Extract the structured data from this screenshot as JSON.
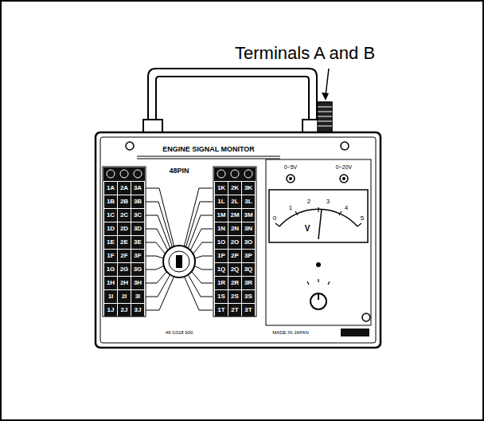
{
  "diagram": {
    "labels": [
      "Terminals A and B",
      "ENGINE SIGNAL MONITOR",
      "48PIN",
      "0~5V",
      "0~20V",
      "0",
      "1",
      "2",
      "3",
      "4",
      "5",
      "V",
      "1A",
      "2A",
      "3A",
      "1B",
      "2B",
      "3B",
      "1C",
      "2C",
      "3C",
      "1D",
      "2D",
      "3D",
      "1E",
      "2E",
      "3E",
      "1F",
      "2F",
      "3F",
      "1G",
      "2G",
      "3G",
      "1H",
      "2H",
      "3H",
      "1I",
      "2I",
      "3I",
      "1J",
      "2J",
      "3J",
      "1K",
      "2K",
      "3K",
      "1L",
      "2L",
      "3L",
      "1M",
      "2M",
      "3M",
      "1N",
      "2N",
      "3N",
      "1O",
      "2O",
      "3O",
      "1P",
      "2P",
      "3P",
      "1Q",
      "2Q",
      "3Q",
      "1R",
      "2R",
      "3R",
      "1S",
      "2S",
      "3S",
      "1T",
      "2T",
      "3T",
      "49 G018 900",
      "MADE IN JAPAN"
    ]
  }
}
